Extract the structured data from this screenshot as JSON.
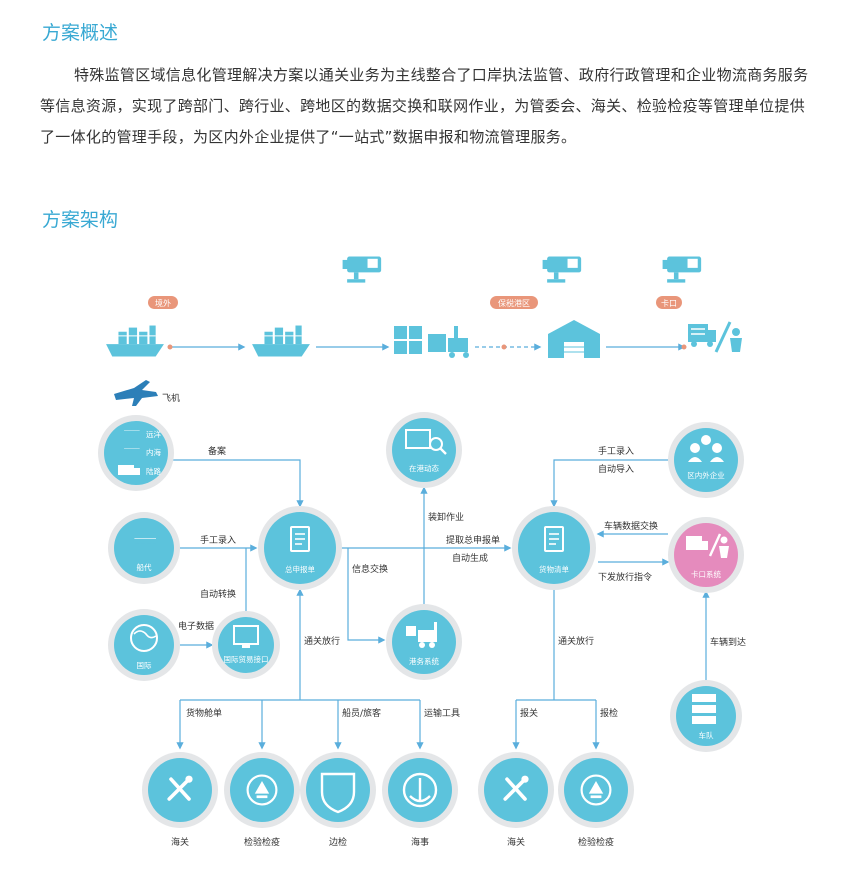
{
  "sections": {
    "overview_title": "方案概述",
    "overview_text": "特殊监管区域信息化管理解决方案以通关业务为主线整合了口岸执法监管、政府行政管理和企业物流商务服务等信息资源，实现了跨部门、跨行业、跨地区的数据交换和联网作业，为管委会、海关、检验检疫等管理单位提供了一体化的管理手段，为区内外企业提供了“一站式”数据申报和物流管理服务。",
    "architecture_title": "方案架构"
  },
  "top_flow": {
    "tag_abroad": "境外",
    "tag_bonded": "保税港区",
    "tag_gate": "卡口"
  },
  "nodes": {
    "plane": "飞机",
    "sea": [
      "远洋",
      "内海",
      "陆路"
    ],
    "agent": "船代",
    "intl": "国际",
    "trade_interface": "国际贸易接口",
    "declaration": "总申报单",
    "port_status": "在港动态",
    "terminal": "港务系统",
    "manifest": "货物清单",
    "enterprise": "区内外企业",
    "gate_system": "卡口系统",
    "fleet": "车队"
  },
  "edges": {
    "record": "备案",
    "manual_entry": "手工录入",
    "auto_convert": "自动转换",
    "edata": "电子数据",
    "info_exchange": "信息交换",
    "load_unload": "装卸作业",
    "fetch_decl": "提取总申报单",
    "auto_gen": "自动生成",
    "customs_release_1": "通关放行",
    "customs_release_2": "通关放行",
    "manual_entry_2": "手工录入",
    "auto_import": "自动导入",
    "vehicle_exchange": "车辆数据交换",
    "release_cmd": "下发放行指令",
    "vehicle_arrive": "车辆到达",
    "cargo_bill": "货物舱单",
    "crew": "船员/旅客",
    "transport": "运输工具",
    "customs_decl": "报关",
    "inspection_decl": "报检"
  },
  "bottom": [
    "海关",
    "检验检疫",
    "边检",
    "海事",
    "海关",
    "检验检疫"
  ],
  "colors": {
    "title": "#39a9d3",
    "circle": "#5cc3dc",
    "ring": "#e4e6e8",
    "pink": "#e58bbd",
    "arrow": "#5aaedc",
    "tag": "#e9967a"
  }
}
